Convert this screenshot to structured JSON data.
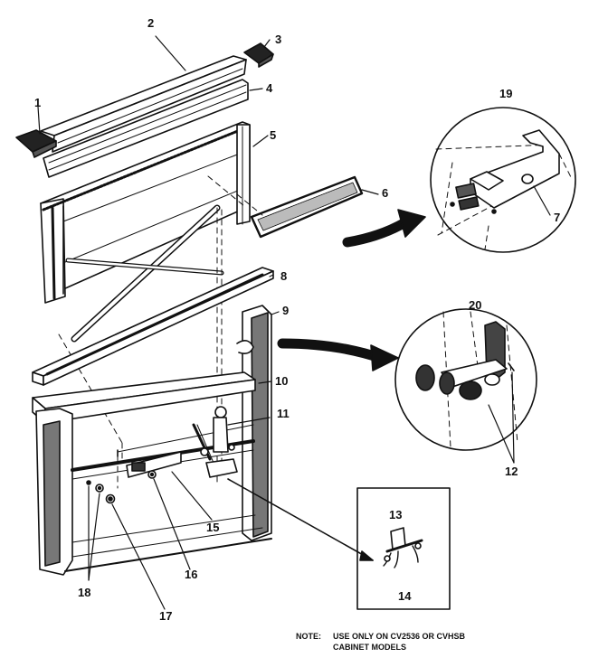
{
  "callouts": {
    "c1": "1",
    "c2": "2",
    "c3": "3",
    "c4": "4",
    "c5": "5",
    "c6": "6",
    "c7": "7",
    "c8": "8",
    "c9": "9",
    "c10": "10",
    "c11": "11",
    "c12": "12",
    "c13": "13",
    "c14": "14",
    "c15": "15",
    "c16": "16",
    "c17": "17",
    "c18": "18",
    "c19": "19",
    "c20": "20"
  },
  "note": {
    "label": "NOTE:",
    "line1": "USE ONLY ON CV2536 OR CVHSB",
    "line2": "CABINET MODELS"
  }
}
